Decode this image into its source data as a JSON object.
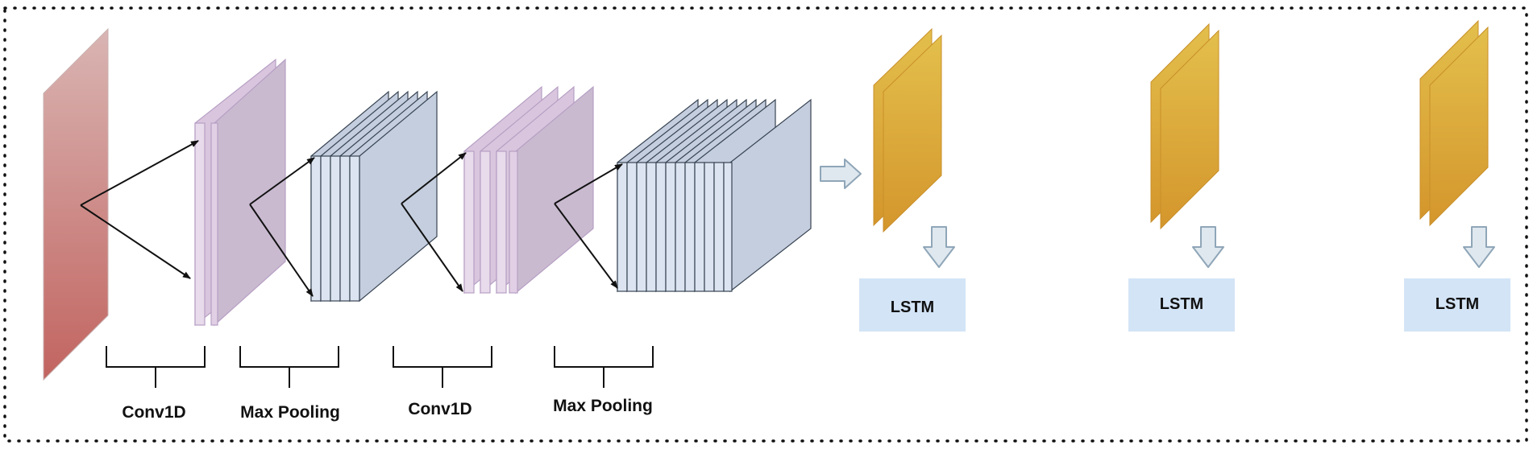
{
  "stages": [
    {
      "label": "Conv1D"
    },
    {
      "label": "Max Pooling"
    },
    {
      "label": "Conv1D"
    },
    {
      "label": "Max Pooling"
    }
  ],
  "lstm_cells": [
    {
      "label": "LSTM"
    },
    {
      "label": "LSTM"
    },
    {
      "label": "LSTM"
    }
  ],
  "colors": {
    "input_top": "#d9b5b3",
    "input_bottom": "#c26460",
    "conv_fill": "#e1d0e5",
    "conv_face": "#c9bad0",
    "conv_stroke": "#b79fc4",
    "pool_fill": "#dbe4f0",
    "pool_face": "#c4cede",
    "pool_stroke": "#384453",
    "lstm_feature_top": "#e0b84a",
    "lstm_feature_bottom": "#d59b2e",
    "lstm_box": "#d3e4f6",
    "arrow_fill": "#dfe8ef",
    "arrow_stroke": "#8fa6b8",
    "frame": "#111111"
  }
}
